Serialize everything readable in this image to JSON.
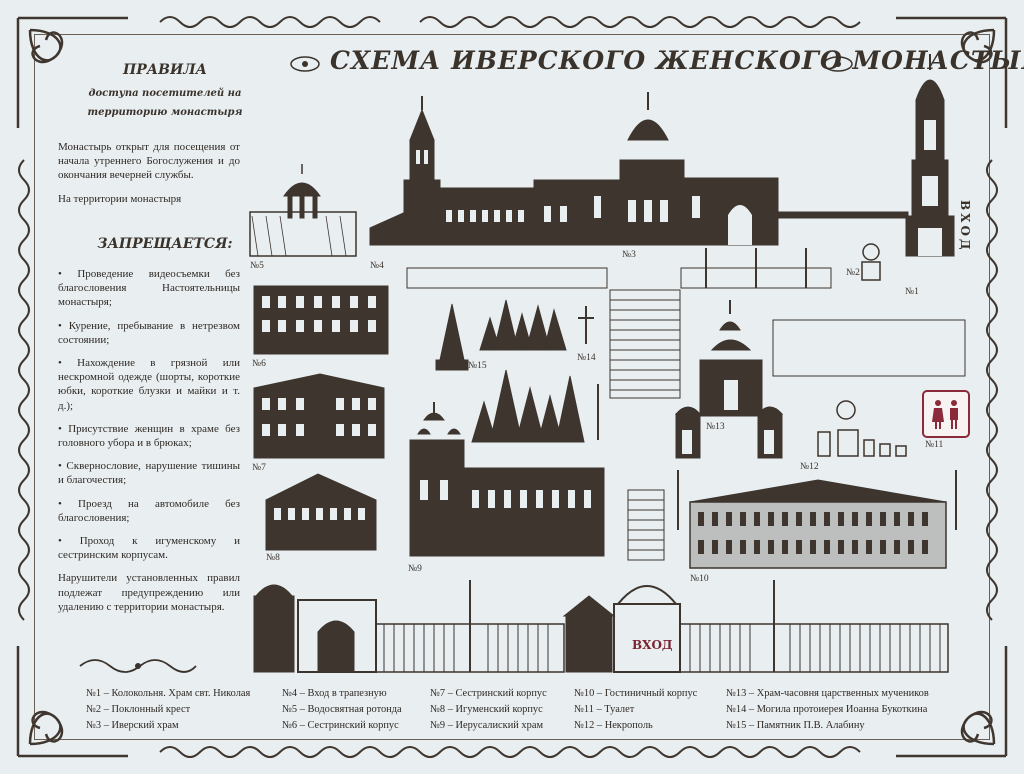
{
  "title": "СХЕМА ИВЕРСКОГО ЖЕНСКОГО МОНАСТЫРЯ",
  "rules": {
    "heading": "ПРАВИЛА",
    "subheading": "доступа посетителей на территорию монастыря",
    "intro_1": "Монастырь открыт для посещения от начала утреннего Богослужения и до окончания вечерней службы.",
    "intro_2": "На территории монастыря",
    "forbidden_heading": "ЗАПРЕЩАЕТСЯ:",
    "items": [
      "• Проведение видеосъемки без благословения Настоятельницы монастыря;",
      "• Курение, пребывание в нетрезвом состоянии;",
      "• Нахождение в грязной или нескромной одежде (шорты, короткие юбки, короткие блузки и майки и т. д.);",
      "• Присутствие женщин в храме без головного убора и в брюках;",
      "• Сквернословие, нарушение тишины и благочестия;",
      "• Проезд на автомобиле без благословения;",
      "• Проход к игуменскому и сестринским корпусам."
    ],
    "closing": "Нарушители установленных правил подлежат предупреждению или удалению с территории монастыря."
  },
  "map_numbers": {
    "n1": "№1",
    "n2": "№2",
    "n3": "№3",
    "n4": "№4",
    "n5": "№5",
    "n6": "№6",
    "n7": "№7",
    "n8": "№8",
    "n9": "№9",
    "n10": "№10",
    "n11": "№11",
    "n12": "№12",
    "n13": "№13",
    "n14": "№14",
    "n15": "№15"
  },
  "entry_vertical": "ВХОД",
  "entry_gate": "ВХОД",
  "legend": {
    "col1": [
      "№1 – Колокольня. Храм свт. Николая",
      "№2 – Поклонный крест",
      "№3 – Иверский храм"
    ],
    "col2": [
      "№4 – Вход в трапезную",
      "№5 – Водосвятная ротонда",
      "№6 – Сестринский корпус"
    ],
    "col3": [
      "№7 – Сестринский корпус",
      "№8 – Игуменский корпус",
      "№9 – Иерусалиский храм"
    ],
    "col4": [
      "№10 – Гостиничный корпус",
      "№11 – Туалет",
      "№12 – Некрополь"
    ],
    "col5": [
      "№13 – Храм-часовня царственных мучеников",
      "№14 – Могила протоиерея Иоанна Букоткина",
      "№15 – Памятник П.В. Алабину"
    ]
  },
  "colors": {
    "ink": "#3a332c",
    "board": "#e9eef1",
    "wc": "#8b2a3a"
  }
}
